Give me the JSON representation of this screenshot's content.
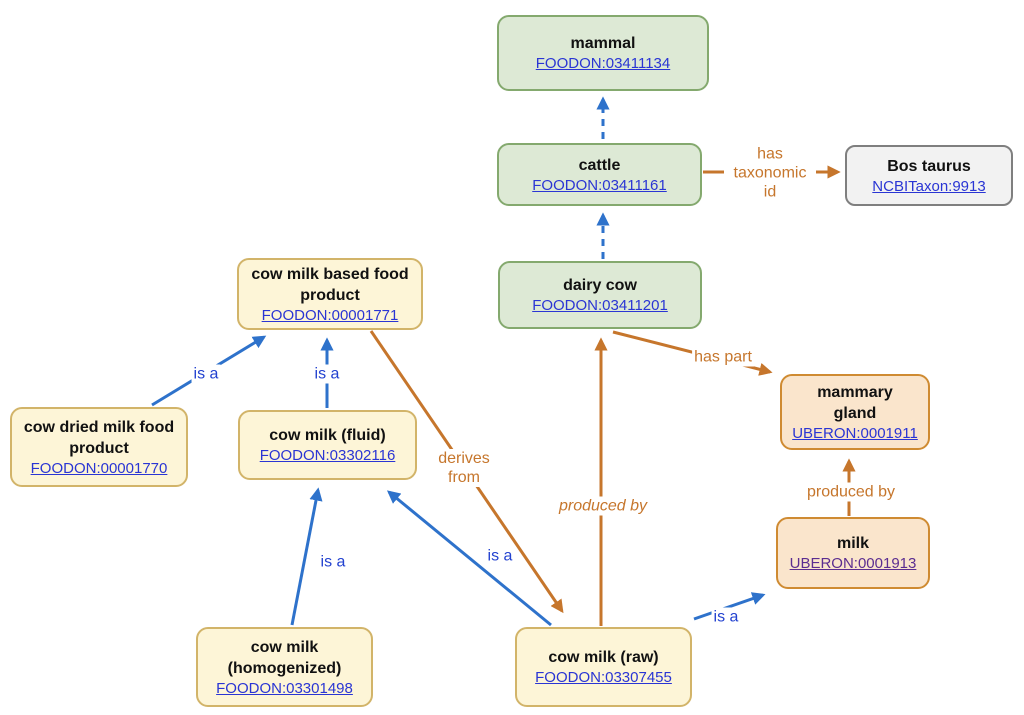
{
  "colors": {
    "green_fill": "#dde9d5",
    "green_border": "#84a96e",
    "yellow_fill": "#fdf5d7",
    "yellow_border": "#d2b469",
    "peach_fill": "#fae5cc",
    "peach_border": "#cf8b32",
    "gray_fill": "#f2f2f2",
    "gray_border": "#7f7f7f",
    "arrow_blue": "#2e72cb",
    "label_blue": "#2342d0",
    "link_blue": "#2a35d4",
    "link_visited_purple": "#5b2d90",
    "orange": "#c6762c"
  },
  "nodes": {
    "mammal": {
      "title": "mammal",
      "id": "FOODON:03411134"
    },
    "cattle": {
      "title": "cattle",
      "id": "FOODON:03411161"
    },
    "bos_taurus": {
      "title": "Bos taurus",
      "id": "NCBITaxon:9913"
    },
    "dairy_cow": {
      "title": "dairy cow",
      "id": "FOODON:03411201"
    },
    "cow_milk_based_food_product": {
      "title": "cow milk based food product",
      "id": "FOODON:00001771"
    },
    "cow_dried_milk_food_product": {
      "title": "cow dried milk food product",
      "id": "FOODON:00001770"
    },
    "cow_milk_fluid": {
      "title": "cow milk (fluid)",
      "id": "FOODON:03302116"
    },
    "mammary_gland": {
      "title": "mammary gland",
      "id": "UBERON:0001911"
    },
    "milk": {
      "title": "milk",
      "id": "UBERON:0001913"
    },
    "cow_milk_homogenized": {
      "title": "cow milk (homogenized)",
      "id": "FOODON:03301498"
    },
    "cow_milk_raw": {
      "title": "cow milk (raw)",
      "id": "FOODON:03307455"
    }
  },
  "edges": [
    {
      "from": "cattle",
      "to": "mammal",
      "label": "",
      "style": "blue-dashed"
    },
    {
      "from": "dairy cow",
      "to": "cattle",
      "label": "",
      "style": "blue-dashed"
    },
    {
      "from": "cattle",
      "to": "Bos taurus",
      "label": "has taxonomic id",
      "style": "orange"
    },
    {
      "from": "dairy cow",
      "to": "mammary gland",
      "label": "has part",
      "style": "orange"
    },
    {
      "from": "cow milk (raw)",
      "to": "dairy cow",
      "label": "produced by",
      "style": "orange-italic"
    },
    {
      "from": "cow milk based food product",
      "to": "cow milk (raw)",
      "label": "derives from",
      "style": "orange"
    },
    {
      "from": "milk",
      "to": "mammary gland",
      "label": "produced by",
      "style": "orange"
    },
    {
      "from": "cow dried milk food product",
      "to": "cow milk based food product",
      "label": "is a",
      "style": "blue"
    },
    {
      "from": "cow milk (fluid)",
      "to": "cow milk based food product",
      "label": "is a",
      "style": "blue"
    },
    {
      "from": "cow milk (homogenized)",
      "to": "cow milk (fluid)",
      "label": "is a",
      "style": "blue"
    },
    {
      "from": "cow milk (raw)",
      "to": "cow milk (fluid)",
      "label": "is a",
      "style": "blue"
    },
    {
      "from": "cow milk (raw)",
      "to": "milk",
      "label": "is a",
      "style": "blue"
    }
  ]
}
